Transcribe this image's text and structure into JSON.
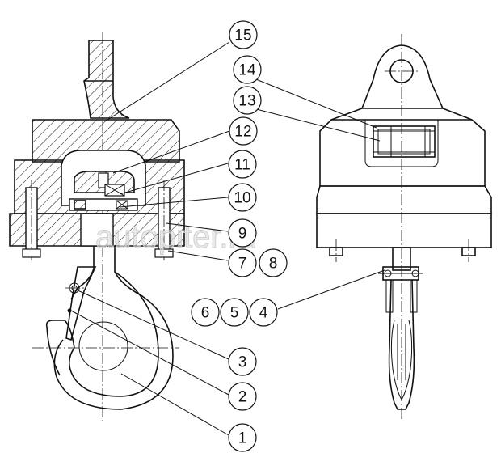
{
  "watermark": "autopiter.ru",
  "callouts": [
    {
      "id": "c15",
      "label": "15"
    },
    {
      "id": "c14",
      "label": "14"
    },
    {
      "id": "c13",
      "label": "13"
    },
    {
      "id": "c12",
      "label": "12"
    },
    {
      "id": "c11",
      "label": "11"
    },
    {
      "id": "c10",
      "label": "10"
    },
    {
      "id": "c9",
      "label": "9"
    },
    {
      "id": "c7",
      "label": "7"
    },
    {
      "id": "c8",
      "label": "8"
    },
    {
      "id": "c6",
      "label": "6"
    },
    {
      "id": "c5",
      "label": "5"
    },
    {
      "id": "c4",
      "label": "4"
    },
    {
      "id": "c3",
      "label": "3"
    },
    {
      "id": "c2",
      "label": "2"
    },
    {
      "id": "c1",
      "label": "1"
    }
  ]
}
